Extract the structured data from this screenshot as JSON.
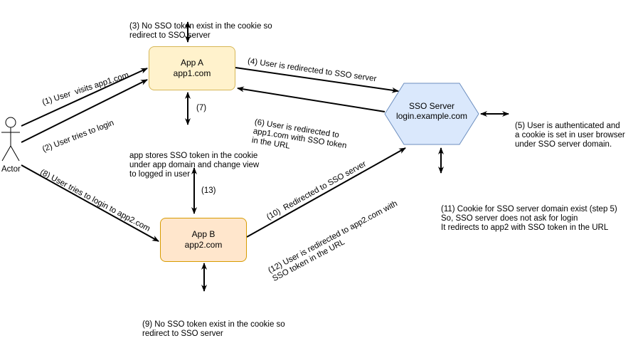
{
  "nodes": {
    "actor": {
      "label": "Actor"
    },
    "app_a": {
      "title": "App A",
      "domain": "app1.com"
    },
    "app_b": {
      "title": "App B",
      "domain": "app2.com"
    },
    "sso": {
      "title": "SSO Server",
      "domain": "login.example.com"
    }
  },
  "labels": {
    "step1": "(1) User  visits app1.com",
    "step2": "(2) User tries to login",
    "step3": [
      "(3) No SSO token exist in the cookie so",
      "redirect to SSO server"
    ],
    "step4": "(4) User is redirected to SSO server",
    "step5": [
      "(5) User is authenticated and",
      "a cookie is set in user browser",
      "under SSO server domain."
    ],
    "step6": [
      "(6) User is redirected to",
      "app1.com with SSO token",
      "in the URL"
    ],
    "step7": "(7)",
    "step7_desc": [
      "app stores SSO token in the cookie",
      "under app domain and change view",
      "to logged in user"
    ],
    "step8": "(8) User tries to login to app2.com",
    "step9": [
      "(9) No SSO token exist in the cookie so",
      "redirect to SSO server"
    ],
    "step10": "(10)  Redirected to SSO server",
    "step11": [
      "(11) Cookie for SSO server domain exist (step 5)",
      "So, SSO server does not ask for login",
      "It redirects to app2 with SSO token in the URL"
    ],
    "step12": [
      "(12) User is redirected to app2.com with",
      "SSO token in the URL"
    ],
    "step13": "(13)"
  },
  "colors": {
    "app_a_fill": "#fff2cc",
    "app_a_stroke": "#d6b656",
    "app_b_fill": "#ffe6cc",
    "app_b_stroke": "#d79b00",
    "sso_fill": "#dae8fc",
    "sso_stroke": "#6c8ebf",
    "line": "#000000"
  }
}
